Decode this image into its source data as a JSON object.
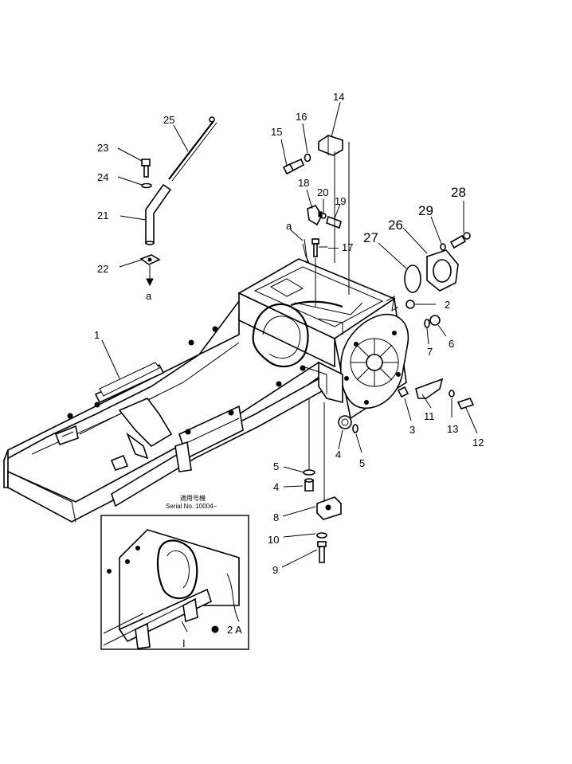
{
  "callouts": {
    "p1": "1",
    "p2": "2",
    "p3": "3",
    "p4": "4",
    "p4b": "4",
    "p5": "5",
    "p5b": "5",
    "p6": "6",
    "p7": "7",
    "p8": "8",
    "p9": "9",
    "p10": "10",
    "p11": "11",
    "p12": "12",
    "p13": "13",
    "p14": "14",
    "p15": "15",
    "p16": "16",
    "p17": "17",
    "p18": "18",
    "p19": "19",
    "p20": "20",
    "p21": "21",
    "p22": "22",
    "p23": "23",
    "p24": "24",
    "p25": "25",
    "p26": "26",
    "p27": "27",
    "p28": "28",
    "p29": "29",
    "pI": "I",
    "p2A": "2 A",
    "refA_top": "a",
    "refA_bottom": "a"
  },
  "inset": {
    "applicable_label": "適用号機",
    "serial_text": "Serial No.  10004−"
  }
}
